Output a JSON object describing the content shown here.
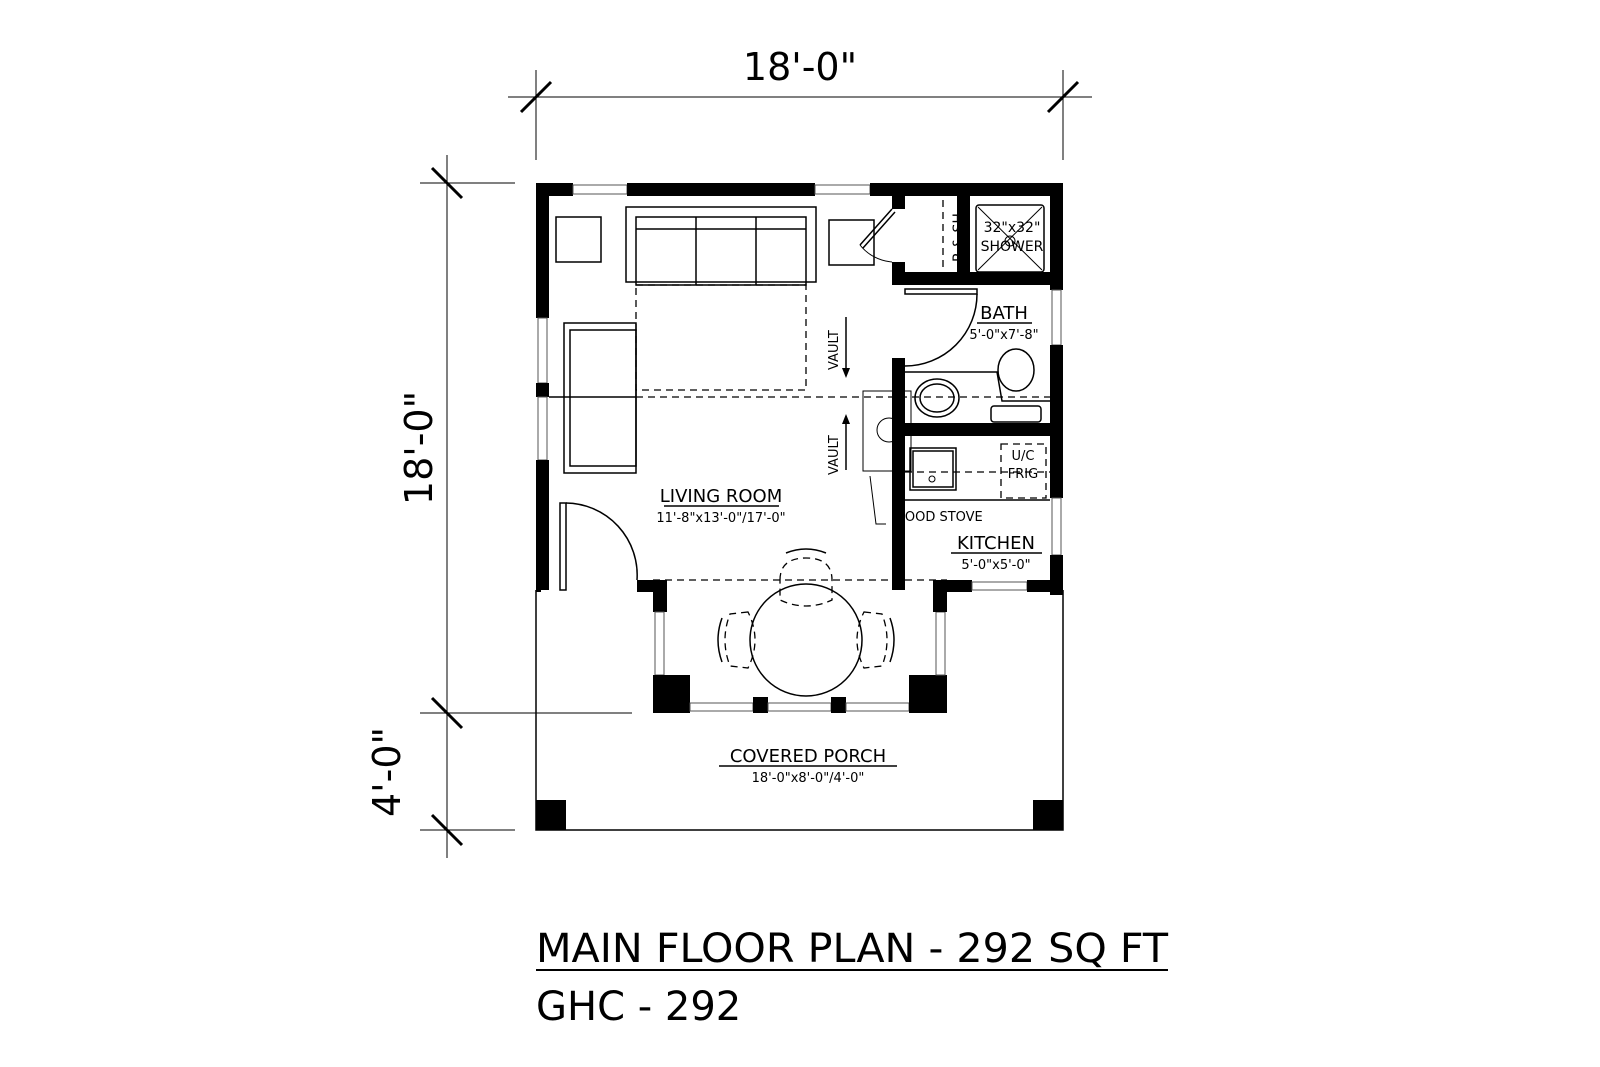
{
  "dimensions": {
    "overall_width": "18'-0\"",
    "overall_depth": "18'-0\"",
    "porch_depth": "4'-0\""
  },
  "rooms": {
    "living_room": {
      "name": "LIVING ROOM",
      "size": "11'-8\"x13'-0\"/17'-0\""
    },
    "bath": {
      "name": "BATH",
      "size": "5'-0\"x7'-8\""
    },
    "kitchen": {
      "name": "KITCHEN",
      "size": "5'-0\"x5'-0\""
    },
    "porch": {
      "name": "COVERED PORCH",
      "size": "18'-0\"x8'-0\"/4'-0\""
    }
  },
  "labels": {
    "vault_top": "VAULT",
    "vault_bottom": "VAULT",
    "wood_stove": "WOOD STOVE",
    "closet": "R & SH",
    "shower_size": "32\"x32\"",
    "shower": "SHOWER",
    "frig_1": "U/C",
    "frig_2": "FRIG"
  },
  "title": {
    "main": "MAIN FLOOR PLAN - 292 SQ FT",
    "model": "GHC - 292"
  }
}
